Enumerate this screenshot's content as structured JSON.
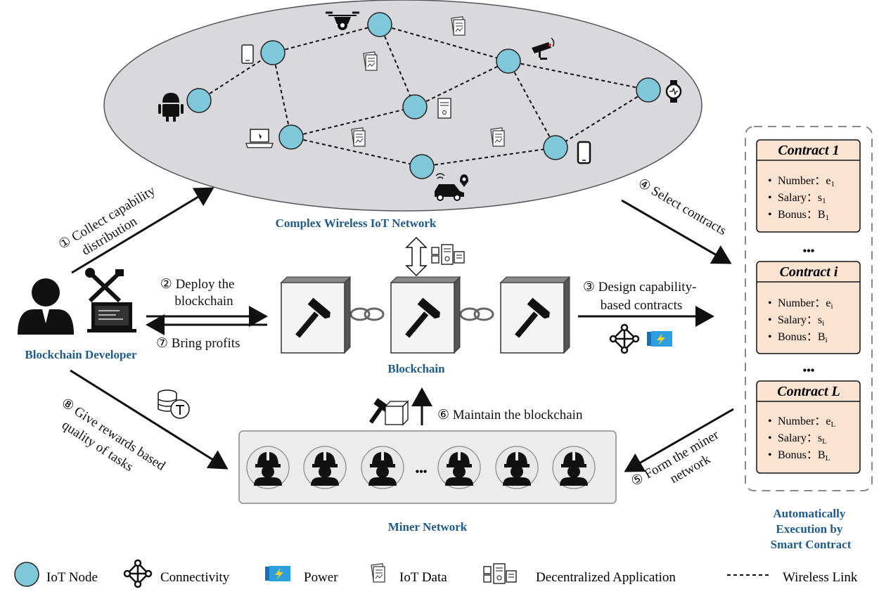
{
  "network": {
    "title": "Complex Wireless IoT Network"
  },
  "actors": {
    "developer": "Blockchain Developer",
    "blockchain": "Blockchain",
    "miners": "Miner Network",
    "smart_contract": [
      "Automatically",
      "Execution by",
      "Smart Contract"
    ]
  },
  "steps": {
    "s1": [
      "① Collect capability",
      "distribution"
    ],
    "s2": [
      "② Deploy the",
      "blockchain"
    ],
    "s3": [
      "③ Design capability-",
      "based contracts"
    ],
    "s4": "④ Select contracts",
    "s5": [
      "⑤ Form the miner",
      "network"
    ],
    "s6": "⑥ Maintain the blockchain",
    "s7": "⑦ Bring profits",
    "s8": [
      "⑧ Give rewards based",
      "quality of tasks"
    ]
  },
  "contracts": [
    {
      "title": "Contract 1",
      "number": "Number：e",
      "number_sub": "1",
      "salary": "Salary：s",
      "salary_sub": "1",
      "bonus": "Bonus：B",
      "bonus_sub": "1"
    },
    {
      "title": "Contract i",
      "number": "Number：e",
      "number_sub": "i",
      "salary": "Salary：s",
      "salary_sub": "i",
      "bonus": "Bonus：B",
      "bonus_sub": "i"
    },
    {
      "title": "Contract L",
      "number": "Number：e",
      "number_sub": "L",
      "salary": "Salary：s",
      "salary_sub": "L",
      "bonus": "Bonus：B",
      "bonus_sub": "L"
    }
  ],
  "ellipsis": "•••",
  "miner_ellipsis": "•••",
  "legend": {
    "iot_node": "IoT Node",
    "connectivity": "Connectivity",
    "power": "Power",
    "iot_data": "IoT Data",
    "dapp": "Decentralized Application",
    "wireless_link": "Wireless Link"
  },
  "colors": {
    "node_fill": "#7ec8d9",
    "ellipse_fill": "#d9d8dd",
    "contract_fill": "#fbe3d2",
    "title_blue": "#1f5a8a",
    "power_blue": "#2b9fe0",
    "power_yellow": "#ffd21f"
  },
  "icons": [
    "android-icon",
    "tablet-icon",
    "drone-icon",
    "cctv-icon",
    "smartwatch-icon",
    "server-icon",
    "laptop-icon",
    "smartphone-icon",
    "car-icon",
    "document-icon",
    "person-icon",
    "tools-icon",
    "hammer-icon",
    "chain-icon",
    "database-coin-icon",
    "miner-icon"
  ]
}
